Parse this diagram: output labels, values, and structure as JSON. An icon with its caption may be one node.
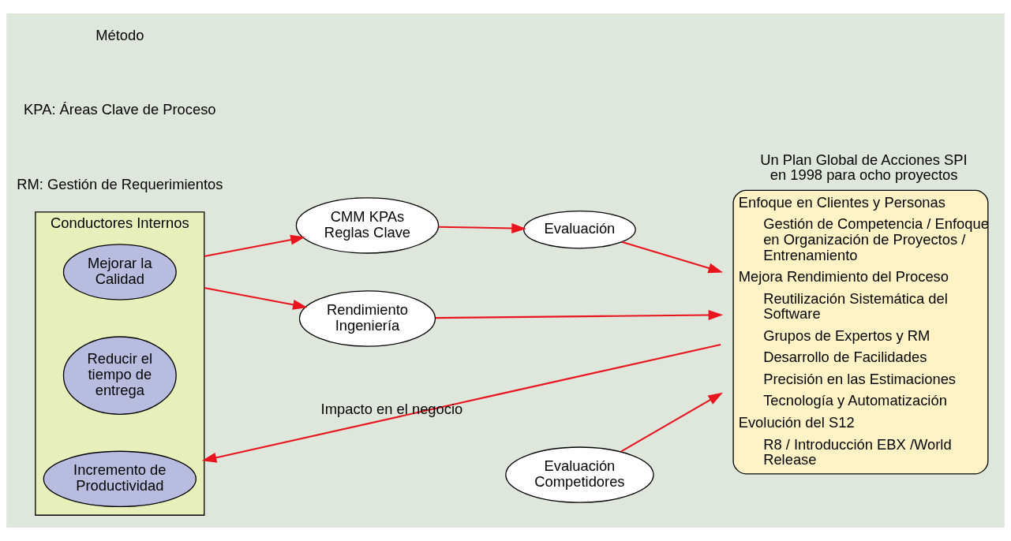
{
  "diagram": {
    "nodes": [
      {
        "text": [
          "Conductores Internos"
        ]
      },
      {
        "text": [
          "Mejorar la Calidad"
        ],
        "in": 0
      },
      {
        "text": [
          "Reducir el tiempo de entrega"
        ],
        "in": 0
      },
      {
        "text": [
          "Incremento de Productividad"
        ],
        "in": 0
      },
      {
        "text": [
          "CMM KPAs Reglas Clave"
        ]
      },
      {
        "text": [
          "Evaluación"
        ]
      },
      {
        "text": [
          "Rendimiento Ingeniería"
        ]
      },
      {
        "text": [
          "Evaluación Competidores"
        ]
      },
      {
        "text": [
          "Un Plan Global de Acciones SPI en 1998 para ocho proyectos",
          "Enfoque en Clientes y Personas",
          "Gestión de Competencia / Enfoque en Organización de Proyectos / Entrenamiento",
          "Mejora Rendimiento del Proceso",
          "Reutilización Sistemática del Software",
          "Grupos de Expertos y RM",
          "Desarrollo de Facilidades",
          "Precisión en las Estimaciones",
          "Tecnología y Automatización",
          "Evolución del S12",
          "R8 / Introducción EBX /World Release"
        ]
      }
    ],
    "edges": [
      {
        "from": 0,
        "to": 4,
        "arrow": "to"
      },
      {
        "from": 4,
        "to": 5,
        "arrow": "to"
      },
      {
        "from": 5,
        "to": 8,
        "arrow": "to"
      },
      {
        "from": 0,
        "to": 6,
        "arrow": "to"
      },
      {
        "from": 6,
        "to": 8,
        "arrow": "to"
      },
      {
        "from": 7,
        "to": 8,
        "arrow": "to"
      },
      {
        "from": 8,
        "to": 0,
        "label": "Impacto en el negocio",
        "arrow": "to"
      }
    ],
    "labels": [
      "Método",
      "KPA: Áreas Clave de Proceso",
      "RM: Gestión de Requerimientos"
    ]
  }
}
